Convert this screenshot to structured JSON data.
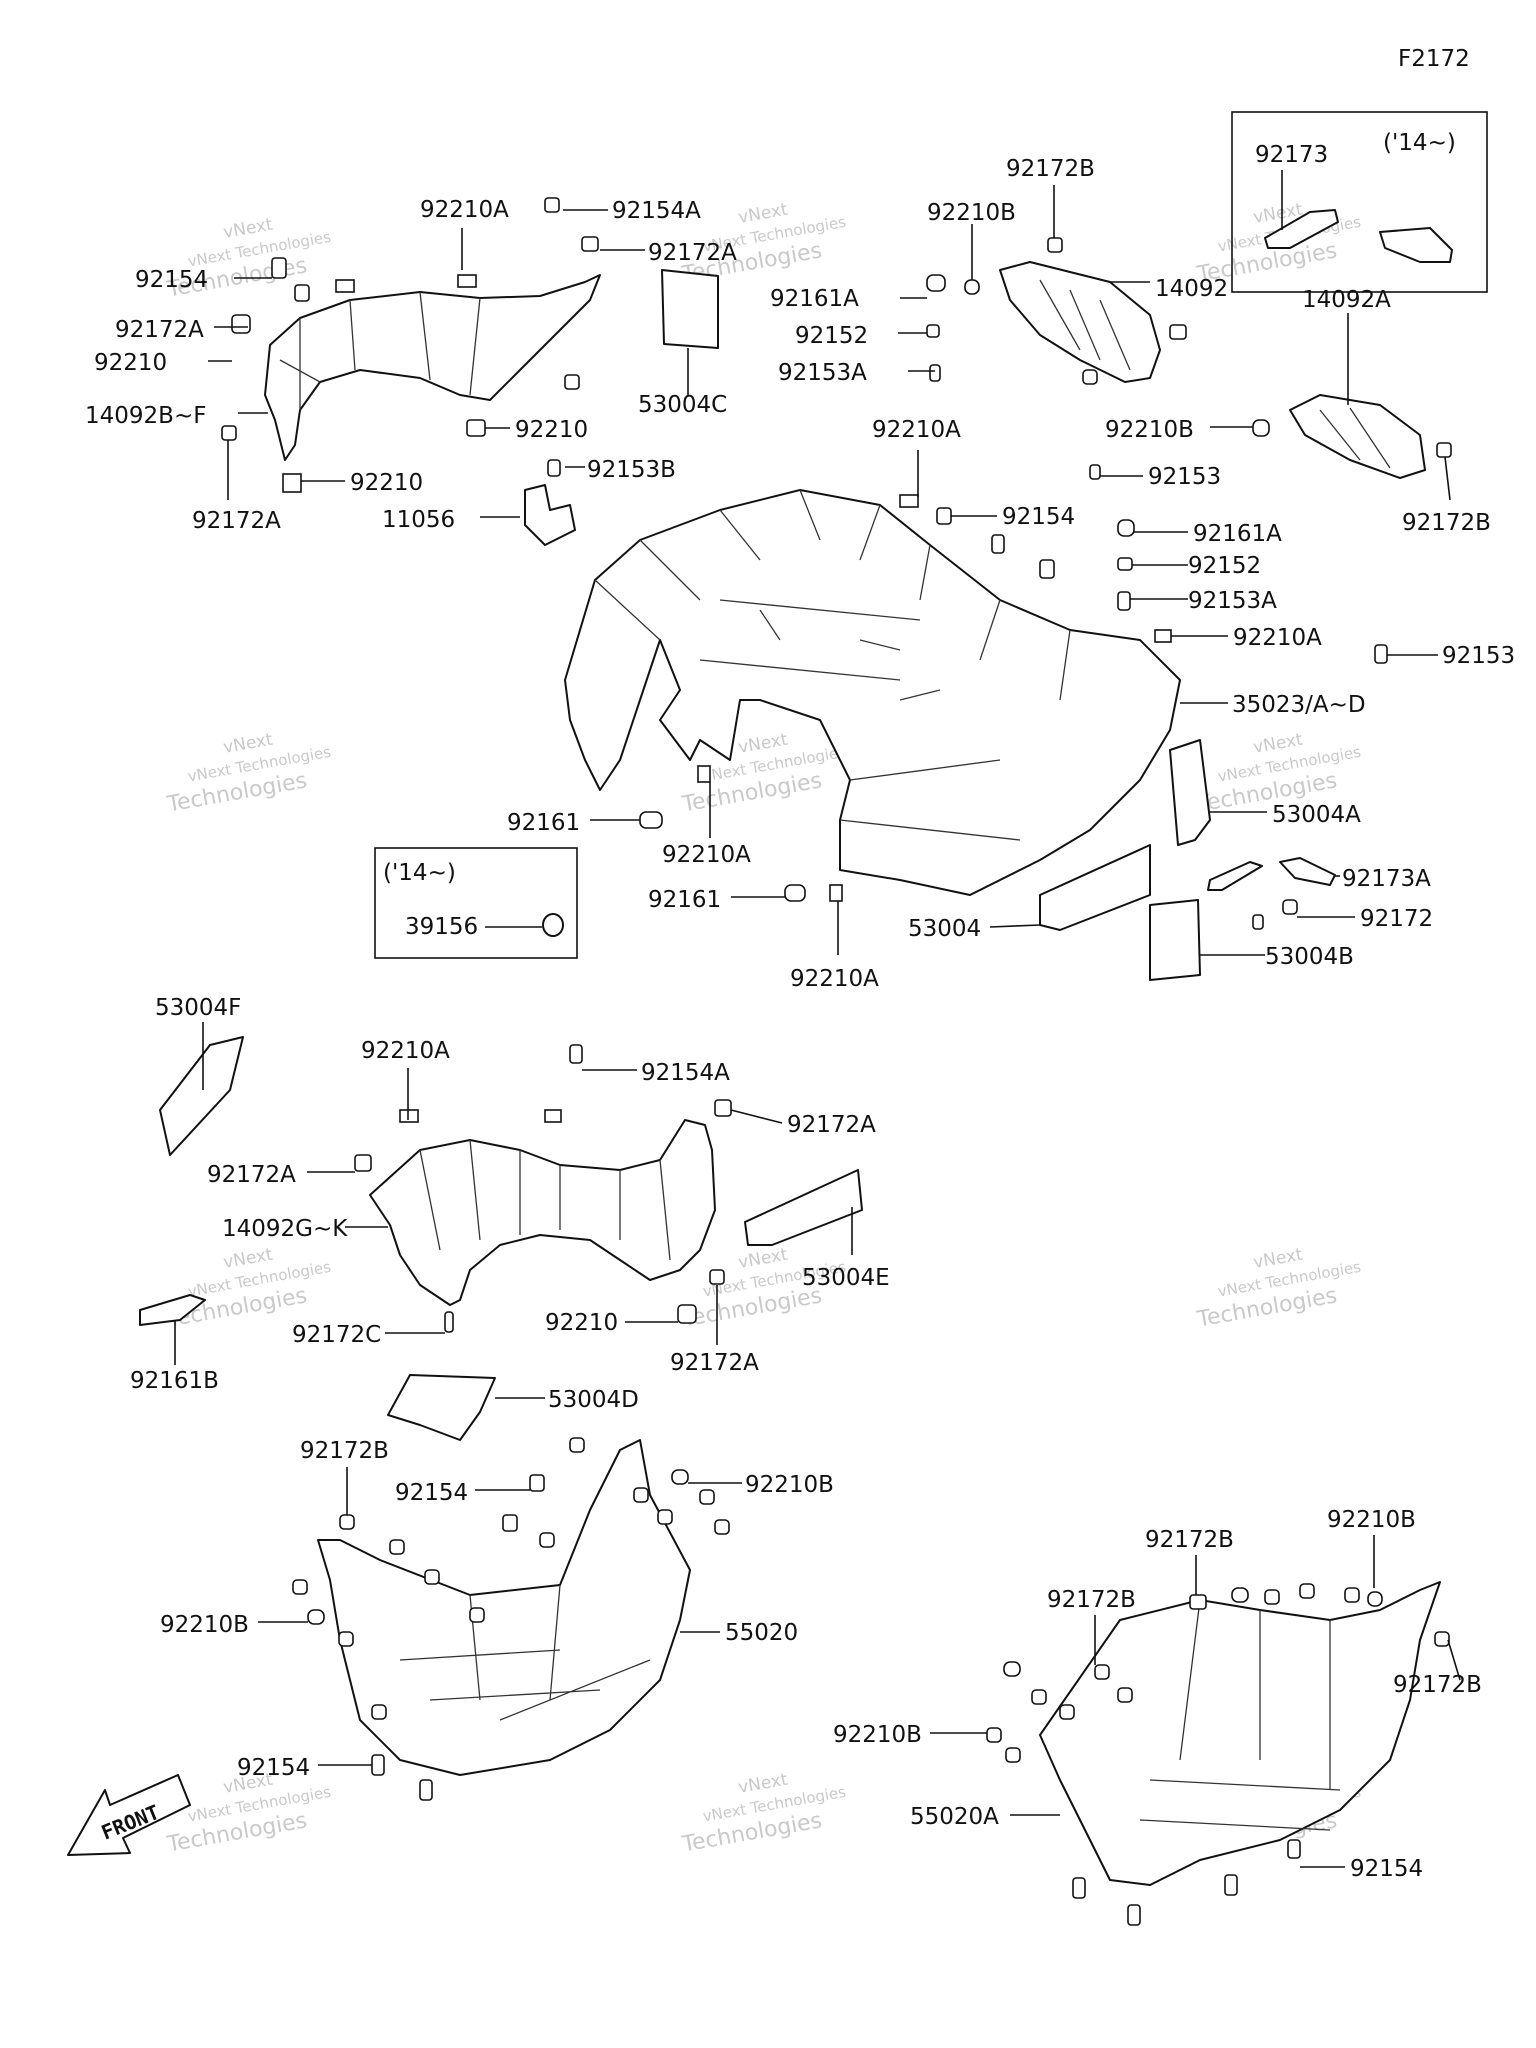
{
  "figure_code": "F2172",
  "inset_boxes": {
    "top_right_note": "('14~)",
    "top_right_part": "92173",
    "left_note": "('14~)",
    "left_part": "39156"
  },
  "front_marker": "FRONT",
  "watermark": {
    "line1": "vNext",
    "line2": "vNext Technologies",
    "line3": "Technologies"
  },
  "labels": [
    "92210A",
    "92154A",
    "92172A",
    "92154",
    "92172A",
    "92210",
    "14092B~F",
    "92210",
    "92210",
    "92172A",
    "92153B",
    "11056",
    "53004C",
    "92172B",
    "92210B",
    "14092",
    "92161A",
    "92152",
    "92153A",
    "14092A",
    "92210B",
    "92172B",
    "92153",
    "92210A",
    "92154",
    "92161A",
    "92152",
    "92153A",
    "92210A",
    "92153",
    "35023/A~D",
    "53004A",
    "92173A",
    "92172",
    "53004B",
    "53004",
    "92161",
    "92210A",
    "92161",
    "92210A",
    "53004F",
    "92210A",
    "92154A",
    "92172A",
    "92172A",
    "14092G~K",
    "53004E",
    "92161B",
    "92172C",
    "92210",
    "92172A",
    "53004D",
    "92172B",
    "92154",
    "92210B",
    "92210B",
    "55020",
    "92154",
    "92172B",
    "92210B",
    "92172B",
    "92172B",
    "92210B",
    "55020A",
    "92154"
  ]
}
